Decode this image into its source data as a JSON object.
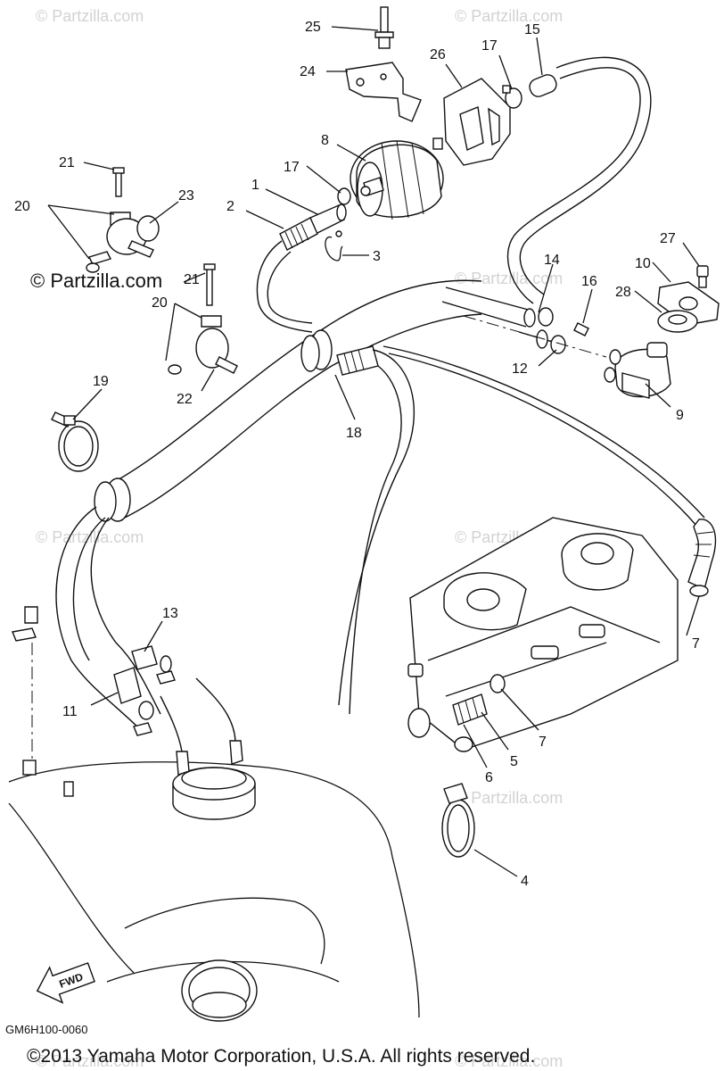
{
  "watermarks": [
    "© Partzilla.com",
    "© Partzilla.com",
    "© Partzilla.com",
    "© Partzilla.com",
    "© Partzilla.com",
    "© Partzilla.com",
    "© Partzilla.com",
    "© Partzilla.com",
    "© Partzilla.com",
    "© Partzilla.com",
    "© Partzilla.com",
    "© Partzilla.com"
  ],
  "watermark_main": "© Partzilla.com",
  "callouts": [
    "25",
    "24",
    "26",
    "17",
    "15",
    "8",
    "21",
    "17",
    "1",
    "2",
    "23",
    "20",
    "3",
    "27",
    "10",
    "14",
    "16",
    "28",
    "21",
    "20",
    "12",
    "9",
    "22",
    "19",
    "18",
    "13",
    "7",
    "11",
    "7",
    "5",
    "6",
    "4"
  ],
  "fwd_label": "FWD",
  "diagram_code": "GM6H100-0060",
  "copyright": "©2013 Yamaha Motor Corporation, U.S.A. All rights reserved."
}
